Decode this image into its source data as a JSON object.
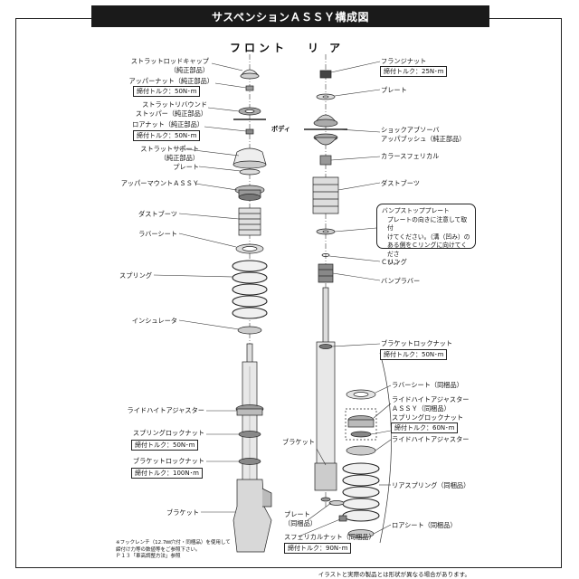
{
  "title": "サスペンションＡＳＳＹ構成図",
  "front_heading": "フロント",
  "rear_heading": "リ ア",
  "body_label": "ボディ",
  "front_labels": [
    "ストラットロッドキャップ",
    "（純正部品）",
    "アッパーナット（純正部品）",
    "ストラットリバウンド",
    "ストッパー（純正部品）",
    "ロアナット（純正部品）",
    "ストラットサポート",
    "（純正部品）",
    "プレート",
    "アッパーマウントＡＳＳＹ",
    "ダストブーツ",
    "ラバーシート",
    "スプリング",
    "インシュレータ",
    "ライドハイトアジャスター",
    "スプリングロックナット",
    "ブラケットロックナット",
    "ブラケット"
  ],
  "front_torques": [
    "締付トルク：50N･m",
    "締付トルク：50N･m",
    "締付トルク：50N･m",
    "締付トルク：100N･m"
  ],
  "rear_labels": [
    "フランジナット",
    "プレート",
    "ショックアブソーバ",
    "アッパブッシュ（純正部品）",
    "カラースフェリカル",
    "ダストブーツ",
    "Ｃリング",
    "バンプラバー",
    "ブラケットロックナット",
    "ラバーシート（同梱品）",
    "ライドハイトアジャスター",
    "ＡＳＳＹ（同梱品）",
    "スプリングロックナット",
    "ライドハイトアジャスター",
    "ブラケット",
    "リアスプリング（同梱品）",
    "プレート",
    "（同梱品）",
    "スフェリカルナット（同梱品）",
    "ロアシート（同梱品）"
  ],
  "rear_torques": [
    "締付トルク：25N･m",
    "締付トルク：50N･m",
    "締付トルク：60N･m",
    "締付トルク：90N･m"
  ],
  "note": {
    "heading": "バンプストッププレート",
    "body": [
      "プレートの向きに注意して取付",
      "けてください。（溝（凹み）の",
      "ある側をＣリングに向けてくださ",
      "い。）"
    ]
  },
  "footnote": [
    "※フックレンチ（12.7㎜穴付・同梱品）を使用して",
    "締付け力等の数値等をご参照下さい。",
    "Ｐ１３「車高調整方法」参照"
  ],
  "disclaimer": "イラストと実際の製品とは形状が異なる場合があります。"
}
